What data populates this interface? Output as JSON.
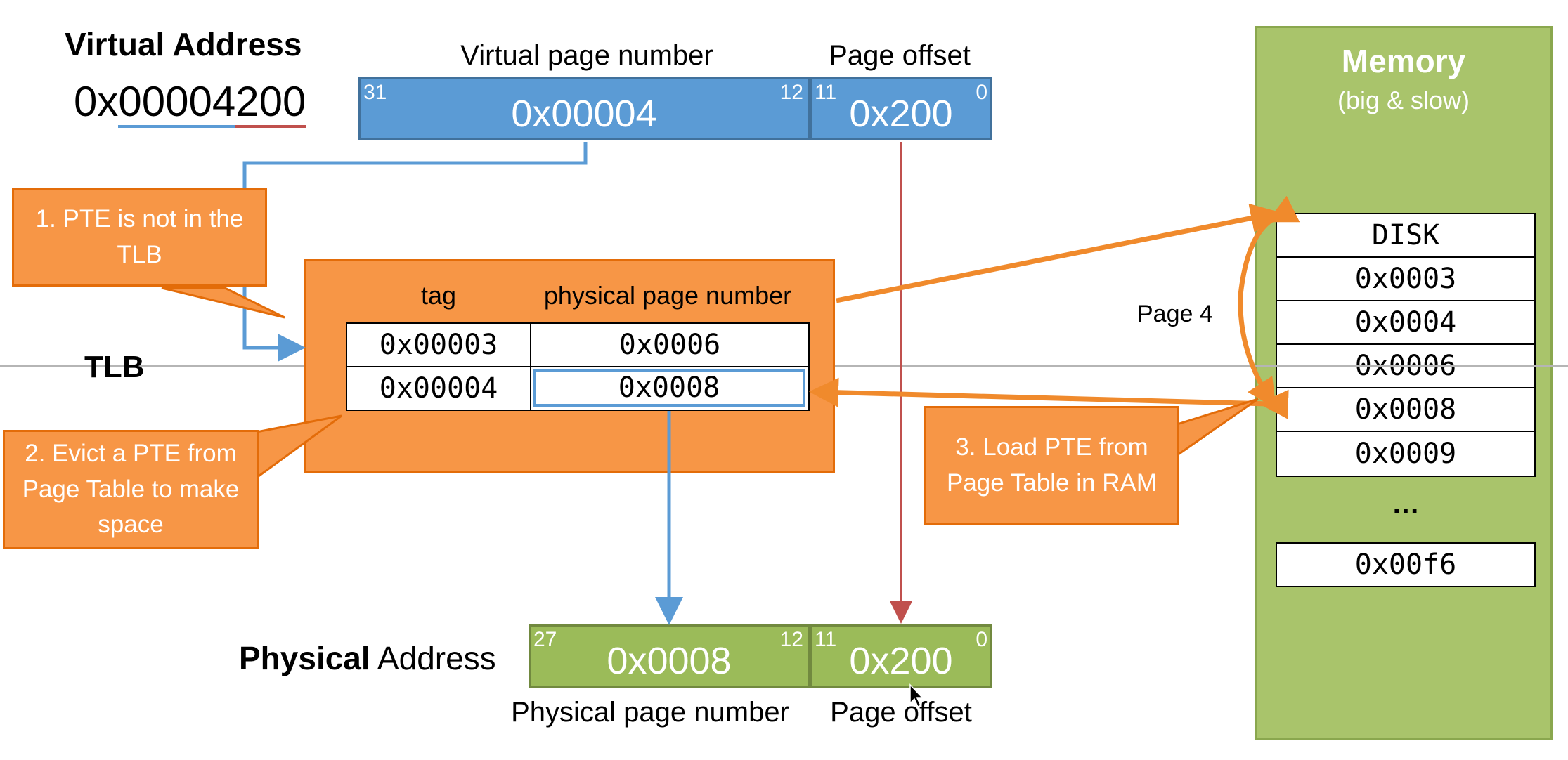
{
  "virtual_address": {
    "title": "Virtual Address",
    "value_prefix": "0x",
    "value_vpn": "00004",
    "value_offset": "200",
    "vpn_header": "Virtual page number",
    "offset_header": "Page offset",
    "vpn_value": "0x00004",
    "offset_value": "0x200",
    "vpn_high_bit": "31",
    "vpn_low_bit": "12",
    "offset_high_bit": "11",
    "offset_low_bit": "0"
  },
  "tlb": {
    "label": "TLB",
    "tag_header": "tag",
    "ppn_header": "physical page number",
    "rows": [
      {
        "tag": "0x00003",
        "ppn": "0x0006"
      },
      {
        "tag": "0x00004",
        "ppn": "0x0008"
      }
    ]
  },
  "callouts": {
    "step1": "1. PTE is not in the TLB",
    "step2": "2. Evict a PTE from Page Table to make space",
    "step3": "3. Load PTE from Page Table in RAM"
  },
  "memory": {
    "title": "Memory",
    "subtitle": "(big & slow)",
    "rows": [
      "DISK",
      "0x0003",
      "0x0004",
      "0x0006",
      "0x0008",
      "0x0009"
    ],
    "ellipsis": "…",
    "last_row": "0x00f6",
    "page_label": "Page 4"
  },
  "physical_address": {
    "title_bold": "Physical",
    "title_rest": " Address",
    "ppn_value": "0x0008",
    "offset_value": "0x200",
    "ppn_footer": "Physical page number",
    "offset_footer": "Page offset",
    "ppn_high_bit": "27",
    "ppn_low_bit": "12",
    "offset_high_bit": "11",
    "offset_low_bit": "0"
  },
  "colors": {
    "blue": "#5b9bd5",
    "orange": "#f79646",
    "green": "#9bbb59",
    "red": "#c0504d",
    "memory_bg": "#a9c46b"
  }
}
